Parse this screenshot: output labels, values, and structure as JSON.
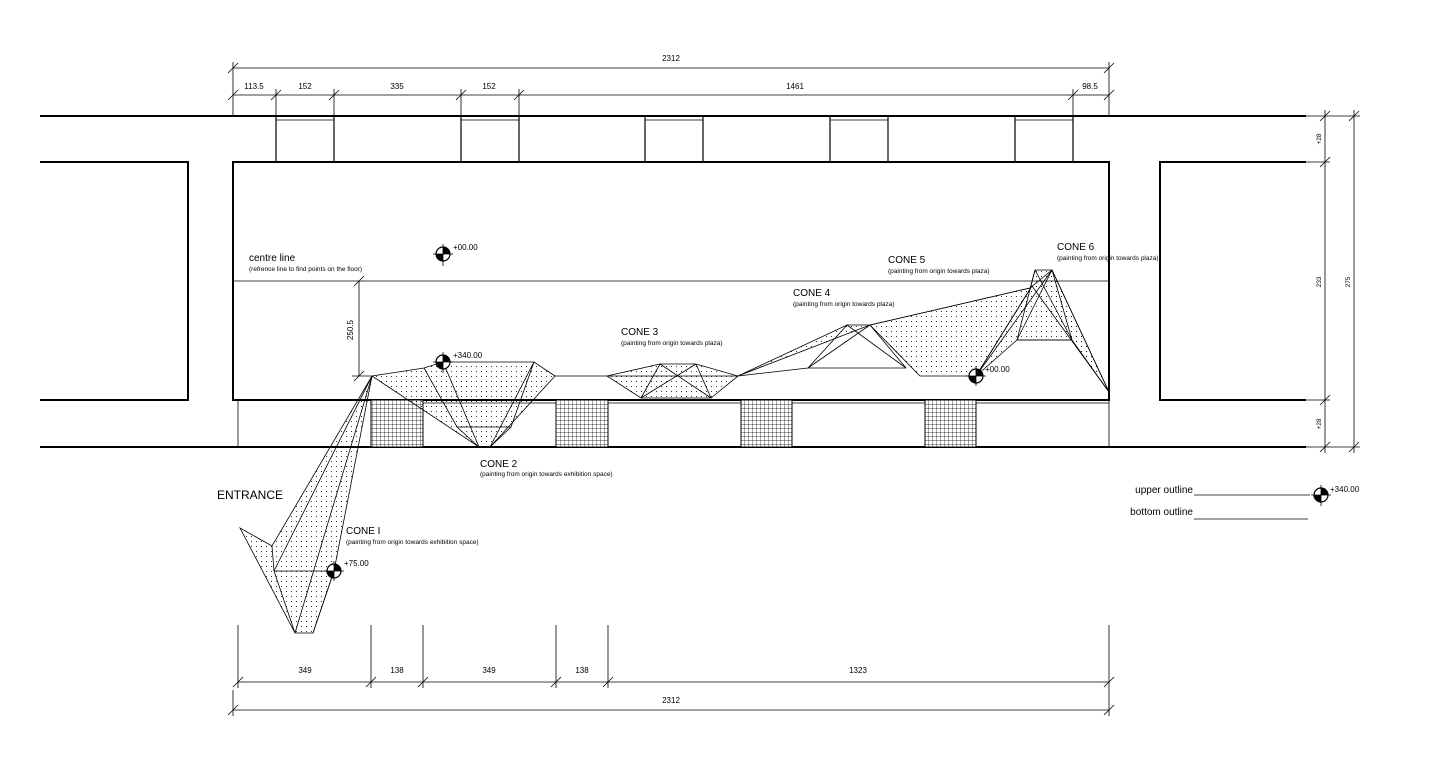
{
  "dimensions": {
    "top_total": "2312",
    "top_segments": [
      "113.5",
      "152",
      "335",
      "152",
      "1461",
      "98.5"
    ],
    "bottom_segments": [
      "349",
      "138",
      "349",
      "138",
      "1323"
    ],
    "bottom_total": "2312",
    "vertical_offset": "250.5",
    "right_small_top": "+28",
    "right_middle": "233",
    "right_total": "275",
    "right_small_bottom": "+28"
  },
  "labels": {
    "centre_line_title": "centre line",
    "centre_line_sub": "(refrence line to find points on the floor)",
    "entrance": "ENTRANCE",
    "cone1_title": "CONE I",
    "cone1_sub": "(painting from origin towards exhibition space)",
    "cone2_title": "CONE 2",
    "cone2_sub": "(painting from origin towards exhibition space)",
    "cone3_title": "CONE 3",
    "cone3_sub": "(painting from origin towards plaza)",
    "cone4_title": "CONE 4",
    "cone4_sub": "(painting from origin towards plaza)",
    "cone5_title": "CONE 5",
    "cone5_sub": "(painting from origin towards plaza)",
    "cone6_title": "CONE 6",
    "cone6_sub": "(painting from origin towards plaza)"
  },
  "levels": {
    "origin_top": "+00.00",
    "cone2_origin": "+340.00",
    "cone1_origin": "+75.00",
    "cone5_origin": "+00.00",
    "legend_level": "+340.00"
  },
  "legend": {
    "upper_outline": "upper outline",
    "bottom_outline": "bottom outline"
  }
}
